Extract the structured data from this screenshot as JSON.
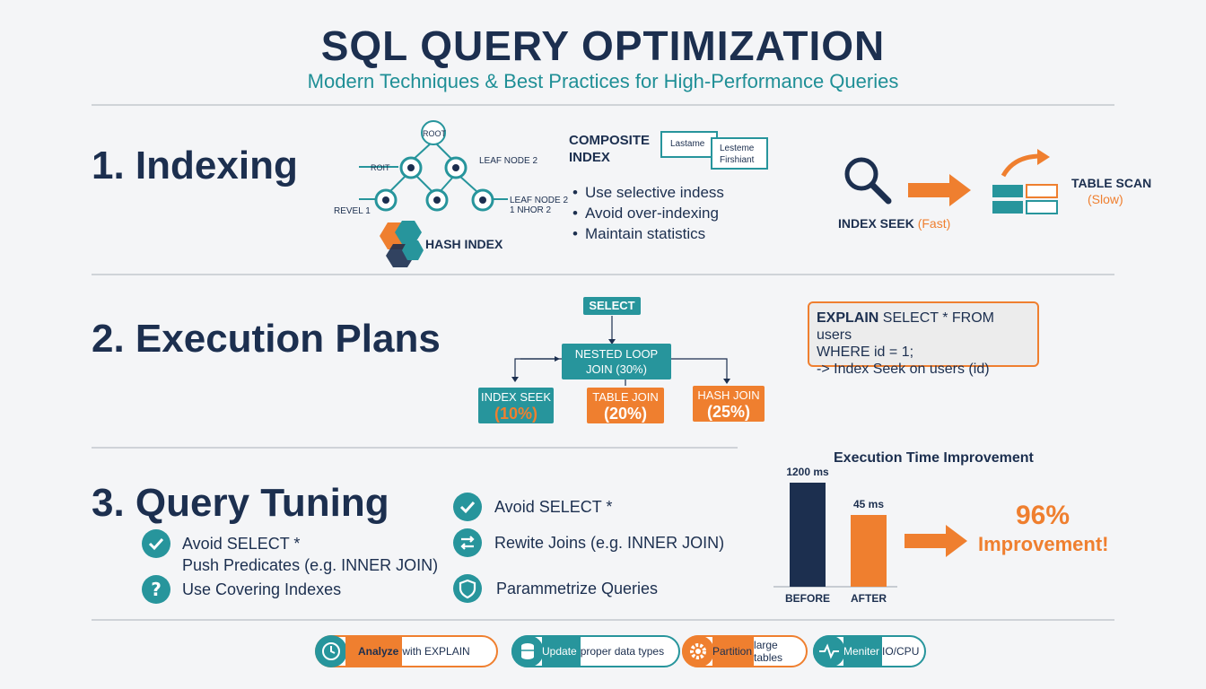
{
  "header": {
    "title": "SQL QUERY OPTIMIZATION",
    "subtitle": "Modern Techniques & Best Practices for High-Performance Queries"
  },
  "indexing": {
    "heading": "1. Indexing",
    "tree": {
      "root": "ROOT",
      "left_label": "ROIT",
      "leaf2": "LEAF NODE 2",
      "level1": "REVEL 1",
      "leaf_node2": "LEAF NODE 2",
      "leaf_node2_sub": "1 NHOR 2"
    },
    "hash_index": "HASH INDEX",
    "composite": {
      "title_line1": "COMPOSITE",
      "title_line2": "INDEX",
      "card1": "Lastame",
      "card2_line1": "Lesteme",
      "card2_line2": "Firshiant"
    },
    "bullets": [
      "Use selective indess",
      "Avoid over-indexing",
      "Maintain statistics"
    ],
    "seek": {
      "label": "INDEX SEEK",
      "speed": "(Fast)"
    },
    "scan": {
      "label": "TABLE SCAN",
      "speed": "(Slow)"
    }
  },
  "execution": {
    "heading": "2. Execution Plans",
    "select": "SELECT",
    "nested_line1": "NESTED LOOP",
    "nested_line2": "JOIN (30%)",
    "index_seek": "INDEX SEEK",
    "index_seek_pct": "(10%)",
    "table_join": "TABLE JOIN",
    "table_join_pct": "(20%)",
    "hash_join": "HASH JOIN",
    "hash_join_pct": "(25%)",
    "code": {
      "keyword": "EXPLAIN",
      "line1_rest": " SELECT * FROM users",
      "line2": "WHERE id = 1;",
      "line3": "-> Index Seek on users (id)"
    }
  },
  "tuning": {
    "heading": "3. Query Tuning",
    "left_items": [
      {
        "icon": "check-icon",
        "text": "Avoid SELECT *"
      },
      {
        "icon": "none",
        "text": "Push Predicates (e.g. INNER JOIN)"
      },
      {
        "icon": "question-icon",
        "text": "Use Covering Indexes"
      }
    ],
    "right_items": [
      {
        "icon": "check-icon",
        "text": "Avoid SELECT *"
      },
      {
        "icon": "swap-icon",
        "text": "Rewite Joins (e.g. INNER JOIN)"
      },
      {
        "icon": "shield-icon",
        "text": "Parammetrize Queries"
      }
    ]
  },
  "chart_data": {
    "type": "bar",
    "title": "Execution Time Improvement",
    "categories": [
      "BEFORE",
      "AFTER"
    ],
    "values": [
      1200,
      45
    ],
    "value_labels": [
      "1200 ms",
      "45 ms"
    ],
    "colors": [
      "#1c2f4f",
      "#ef7f2f"
    ],
    "ylim": [
      0,
      1200
    ]
  },
  "improvement": {
    "percent": "96%",
    "label": "Improvement!"
  },
  "footer": {
    "pills": [
      {
        "icon": "clock-icon",
        "label_bold": "Analyze",
        "label_rest": " with EXPLAIN"
      },
      {
        "icon": "database-icon",
        "label_bold": "Update",
        "label_rest": " proper data types"
      },
      {
        "icon": "gear-icon",
        "label_bold": "Partition",
        "label_rest": " large tables"
      },
      {
        "icon": "pulse-icon",
        "label_bold": "Meniter",
        "label_rest": " IO/CPU"
      }
    ]
  },
  "colors": {
    "navy": "#1c2f4f",
    "teal": "#27959c",
    "orange": "#ef7f2f"
  }
}
